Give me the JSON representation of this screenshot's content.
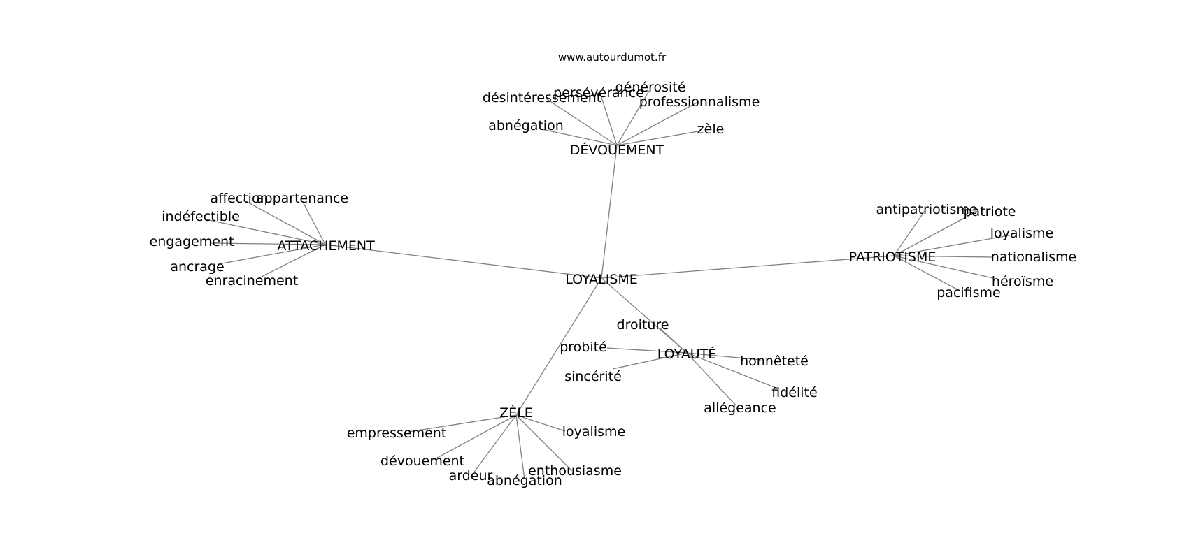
{
  "watermark": "www.autourdumot.fr",
  "graph": {
    "center": "LOYALISME",
    "clusters": [
      {
        "hub": "DÉVOUEMENT",
        "leaves": [
          "désintéressement",
          "persévérance",
          "générosité",
          "professionnalisme",
          "abnégation",
          "zèle"
        ]
      },
      {
        "hub": "ATTACHEMENT",
        "leaves": [
          "affection",
          "appartenance",
          "indéfectible",
          "engagement",
          "ancrage",
          "enracinement"
        ]
      },
      {
        "hub": "PATRIOTISME",
        "leaves": [
          "antipatriotisme",
          "patriote",
          "loyalisme",
          "nationalisme",
          "héroïsme",
          "pacifisme"
        ]
      },
      {
        "hub": "LOYAUTÉ",
        "leaves": [
          "droiture",
          "probité",
          "sincérité",
          "honnêteté",
          "fidélité",
          "allégeance"
        ]
      },
      {
        "hub": "ZÈLE",
        "leaves": [
          "empressement",
          "loyalisme",
          "dévouement",
          "ardeur",
          "abnégation",
          "enthousiasme"
        ]
      }
    ]
  }
}
